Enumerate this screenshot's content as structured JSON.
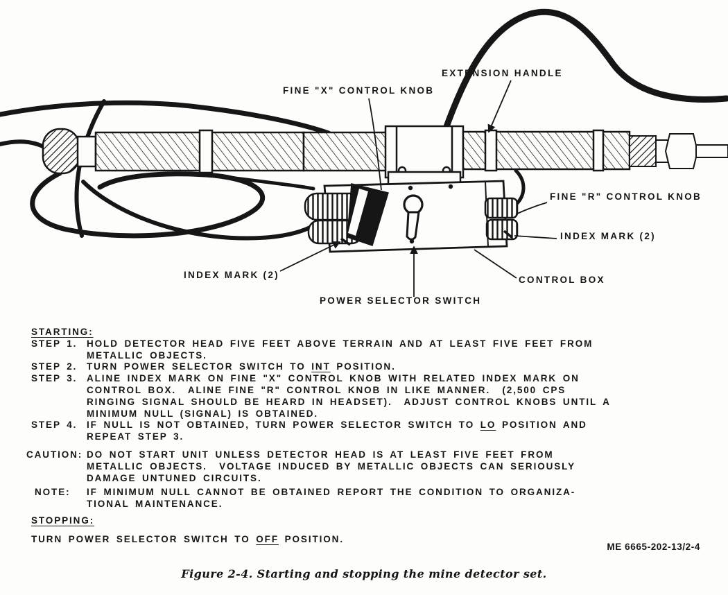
{
  "page": {
    "background_color": "#fdfdfb",
    "ink_color": "#161616"
  },
  "figure": {
    "labels": {
      "extension_handle": "EXTENSION HANDLE",
      "fine_x_knob": "FINE \"X\" CONTROL KNOB",
      "fine_r_knob": "FINE \"R\" CONTROL KNOB",
      "index_mark_right": "INDEX MARK (2)",
      "index_mark_left": "INDEX MARK (2)",
      "control_box": "CONTROL BOX",
      "power_selector_switch": "POWER SELECTOR SWITCH"
    },
    "plate_number": "ME 6665-202-13/2-4",
    "caption": "Figure 2-4. Starting and stopping the mine detector set."
  },
  "procedure": {
    "starting_heading": "STARTING:",
    "steps": [
      {
        "label": "STEP 1.",
        "line1": "HOLD DETECTOR HEAD FIVE FEET ABOVE TERRAIN AND AT LEAST FIVE FEET FROM",
        "line2": "METALLIC OBJECTS."
      },
      {
        "label": "STEP 2.",
        "pre": "TURN POWER SELECTOR SWITCH TO ",
        "underlined": "INT",
        "post": " POSITION."
      },
      {
        "label": "STEP 3.",
        "line1": "ALINE INDEX MARK ON FINE \"X\" CONTROL KNOB WITH RELATED INDEX MARK ON",
        "line2": "CONTROL BOX.  ALINE FINE \"R\" CONTROL KNOB IN LIKE MANNER.  (2,500 CPS",
        "line3": "RINGING SIGNAL SHOULD BE HEARD IN HEADSET).  ADJUST CONTROL KNOBS UNTIL A",
        "line4": "MINIMUM NULL (SIGNAL) IS OBTAINED."
      },
      {
        "label": "STEP 4.",
        "pre": "IF NULL IS NOT OBTAINED, TURN POWER SELECTOR SWITCH TO ",
        "underlined": "LO",
        "post": " POSITION AND",
        "line2": "REPEAT STEP 3."
      }
    ],
    "caution_label": "CAUTION:",
    "caution_line1": "DO NOT START UNIT UNLESS DETECTOR HEAD IS AT LEAST FIVE FEET FROM",
    "caution_line2": "METALLIC OBJECTS.  VOLTAGE INDUCED BY METALLIC OBJECTS CAN SERIOUSLY",
    "caution_line3": "DAMAGE UNTUNED CIRCUITS.",
    "note_label": "NOTE:",
    "note_line1": "IF MINIMUM NULL CANNOT BE OBTAINED REPORT THE CONDITION TO ORGANIZA-",
    "note_line2": "TIONAL MAINTENANCE.",
    "stopping_heading": "STOPPING:",
    "stopping_pre": "TURN POWER SELECTOR SWITCH TO ",
    "stopping_underlined": "OFF",
    "stopping_post": " POSITION."
  }
}
